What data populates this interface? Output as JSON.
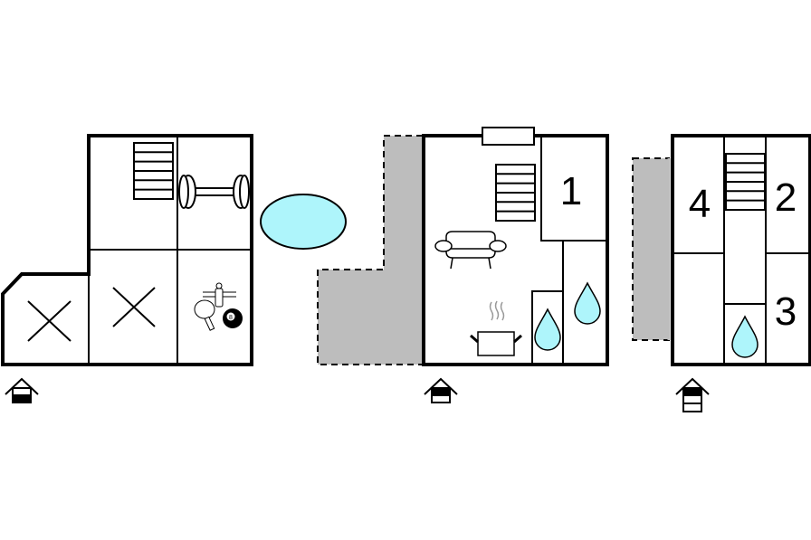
{
  "floors": [
    {
      "name": "ground-floor-annex",
      "rooms": []
    },
    {
      "name": "ground-floor",
      "rooms": [
        {
          "label": "1"
        }
      ]
    },
    {
      "name": "first-floor",
      "rooms": [
        {
          "label": "4"
        },
        {
          "label": "2"
        },
        {
          "label": "3"
        }
      ]
    }
  ],
  "billiard_ball_number": "8",
  "colors": {
    "water": "#aef5fb",
    "outdoor_area": "#bdbdbd",
    "wall": "#000000"
  }
}
